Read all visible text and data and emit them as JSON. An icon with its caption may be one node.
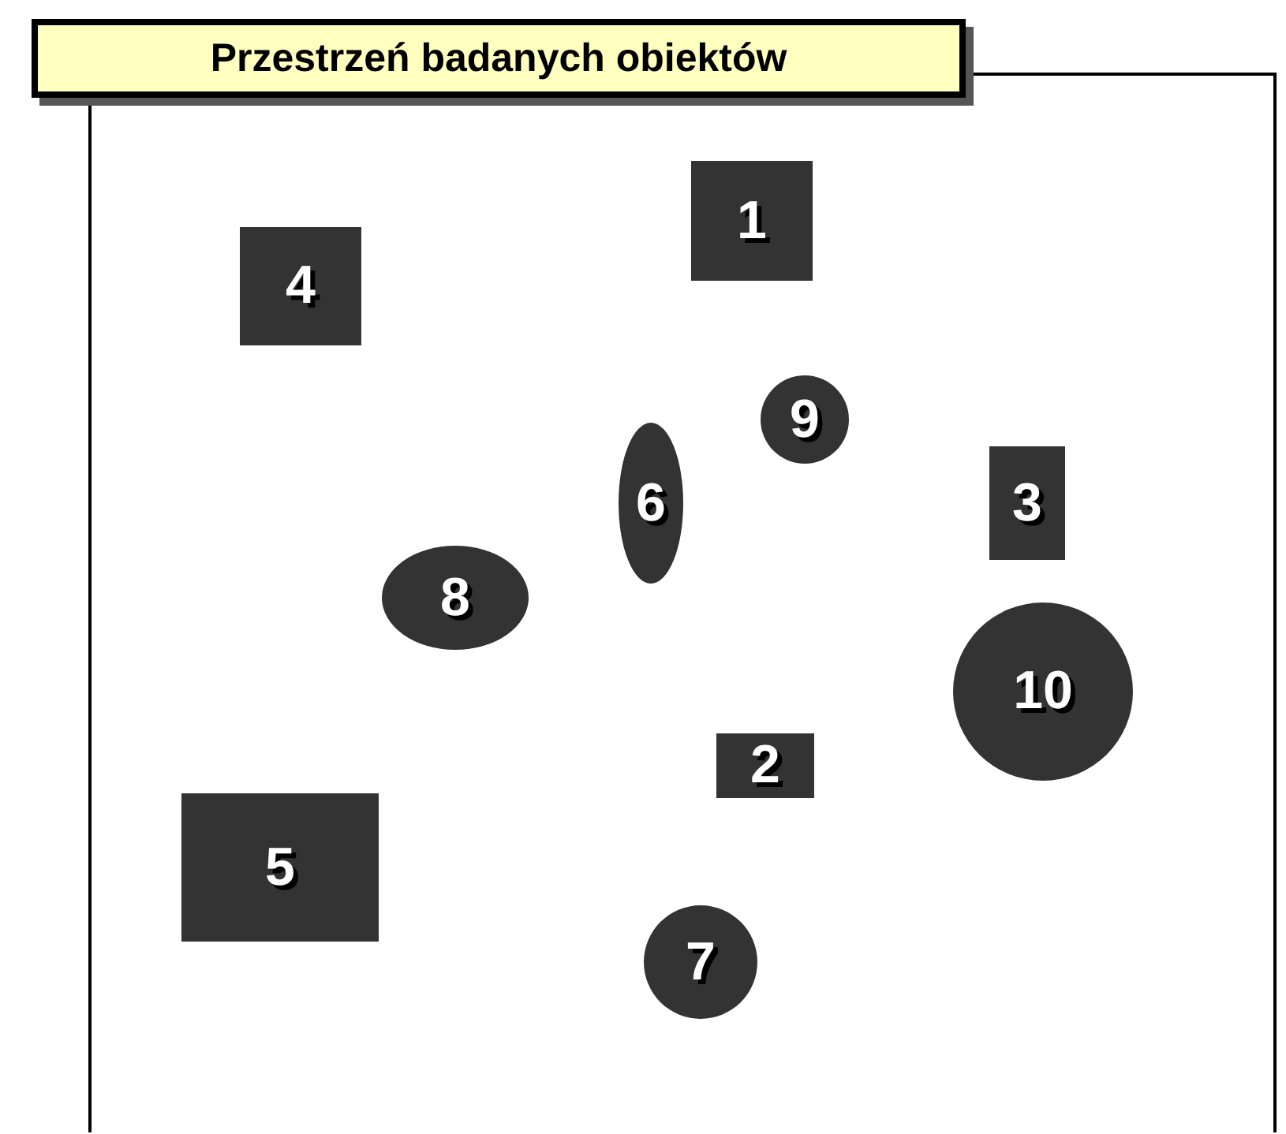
{
  "diagram": {
    "nodes": [
      {
        "text": [
          "Przestrzeń badanych obiektów"
        ]
      },
      {
        "text": [
          "1"
        ],
        "in": 0
      },
      {
        "text": [
          "4"
        ],
        "in": 0
      },
      {
        "text": [
          "9"
        ],
        "in": 0
      },
      {
        "text": [
          "6"
        ],
        "in": 0
      },
      {
        "text": [
          "3"
        ],
        "in": 0
      },
      {
        "text": [
          "8"
        ],
        "in": 0
      },
      {
        "text": [
          "10"
        ],
        "in": 0
      },
      {
        "text": [
          "2"
        ],
        "in": 0
      },
      {
        "text": [
          "5"
        ],
        "in": 0
      },
      {
        "text": [
          "7"
        ],
        "in": 0
      }
    ]
  }
}
